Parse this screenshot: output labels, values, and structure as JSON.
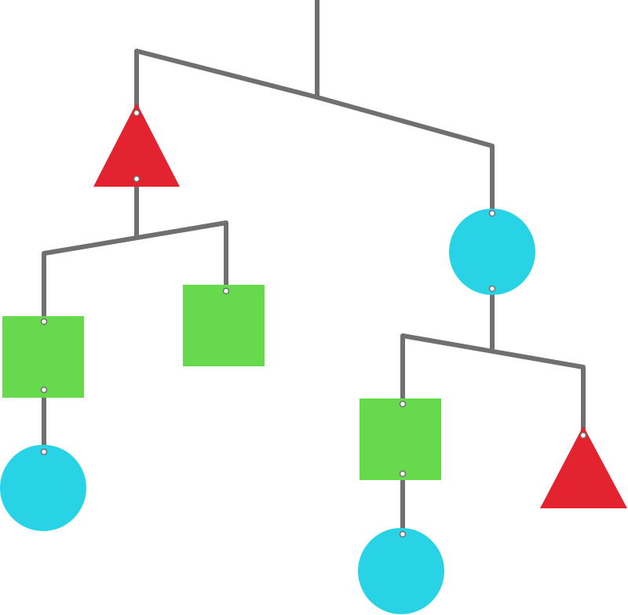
{
  "colors": {
    "rod": "#707070",
    "triangle": "#e32330",
    "square": "#66da4c",
    "circle": "#29d3e6",
    "hook": "#ffffff",
    "background": "#ffffff"
  },
  "diagram": {
    "type": "hanging-mobile",
    "shapes": [
      {
        "kind": "triangle",
        "color": "red"
      },
      {
        "kind": "square",
        "color": "green"
      },
      {
        "kind": "square",
        "color": "green"
      },
      {
        "kind": "circle",
        "color": "cyan"
      },
      {
        "kind": "circle",
        "color": "cyan"
      },
      {
        "kind": "square",
        "color": "green"
      },
      {
        "kind": "triangle",
        "color": "red"
      },
      {
        "kind": "circle",
        "color": "cyan"
      }
    ]
  }
}
